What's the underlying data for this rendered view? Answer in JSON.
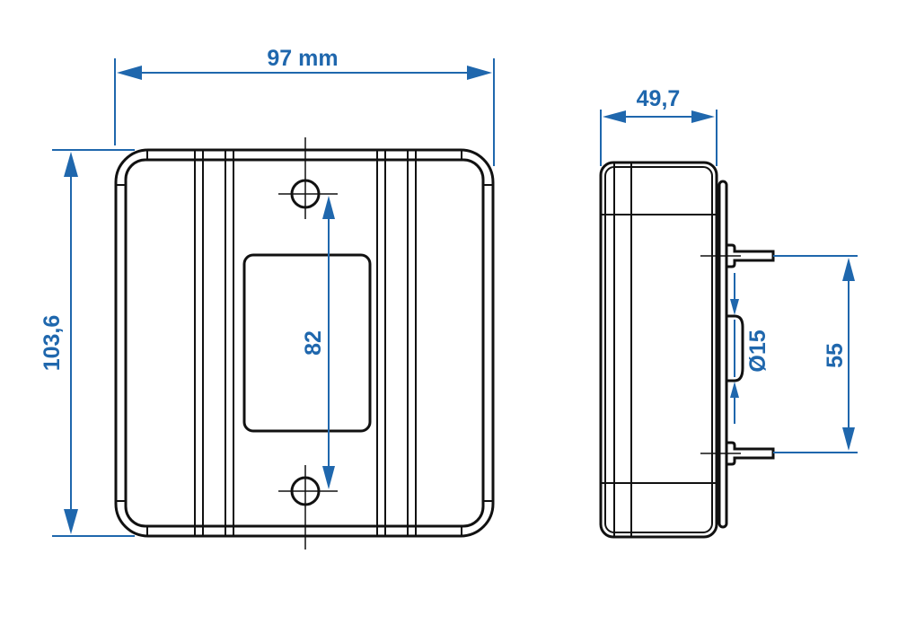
{
  "colors": {
    "dimension": "#1f67ad",
    "outline": "#111111",
    "background": "#ffffff"
  },
  "front_view": {
    "width_label": "97 mm",
    "height_label": "103,6",
    "hole_spacing_label": "82"
  },
  "side_view": {
    "depth_label": "49,7",
    "diameter_label": "Ø15",
    "bolt_spacing_label": "55"
  }
}
